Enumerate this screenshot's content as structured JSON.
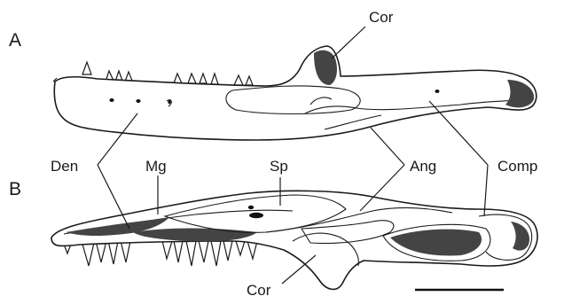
{
  "figure": {
    "panels": {
      "a": "A",
      "b": "B"
    },
    "labels": {
      "cor_top": "Cor",
      "den": "Den",
      "mg": "Mg",
      "sp": "Sp",
      "ang": "Ang",
      "comp": "Comp",
      "cor_bottom": "Cor"
    },
    "colors": {
      "line": "#1a1a1a",
      "background": "#ffffff"
    }
  }
}
